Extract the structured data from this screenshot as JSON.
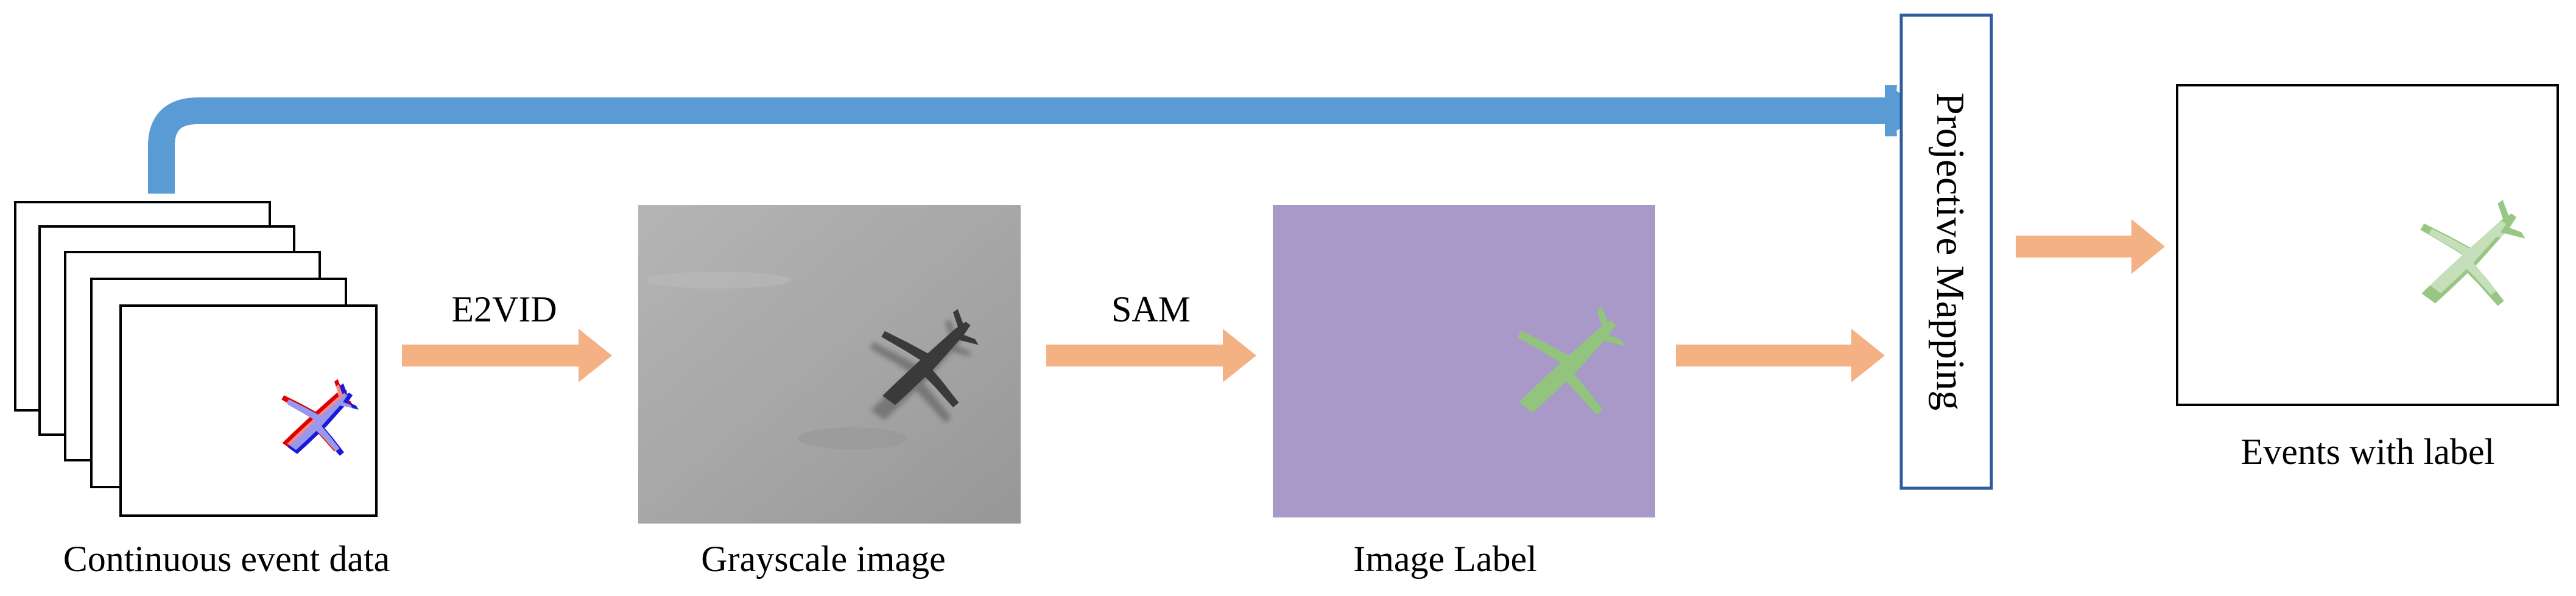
{
  "diagram": {
    "nodes": {
      "event_data": {
        "label": "Continuous event data"
      },
      "grayscale": {
        "label": "Grayscale image"
      },
      "image_label": {
        "label": "Image Label"
      },
      "projective_mapping": {
        "label": "Projective Mapping"
      },
      "events_with_label": {
        "label": "Events with label"
      }
    },
    "edges": {
      "e2vid": {
        "label": "E2VID"
      },
      "sam": {
        "label": "SAM"
      }
    },
    "colors": {
      "bypass_arrow": "#5b9bd5",
      "flow_arrow": "#f4b183",
      "mapping_border": "#2e5d9f",
      "label_background": "#a899c8",
      "segment_mask": "#93c47d",
      "event_positive": "#e00000",
      "event_negative": "#1a1ad6"
    }
  }
}
